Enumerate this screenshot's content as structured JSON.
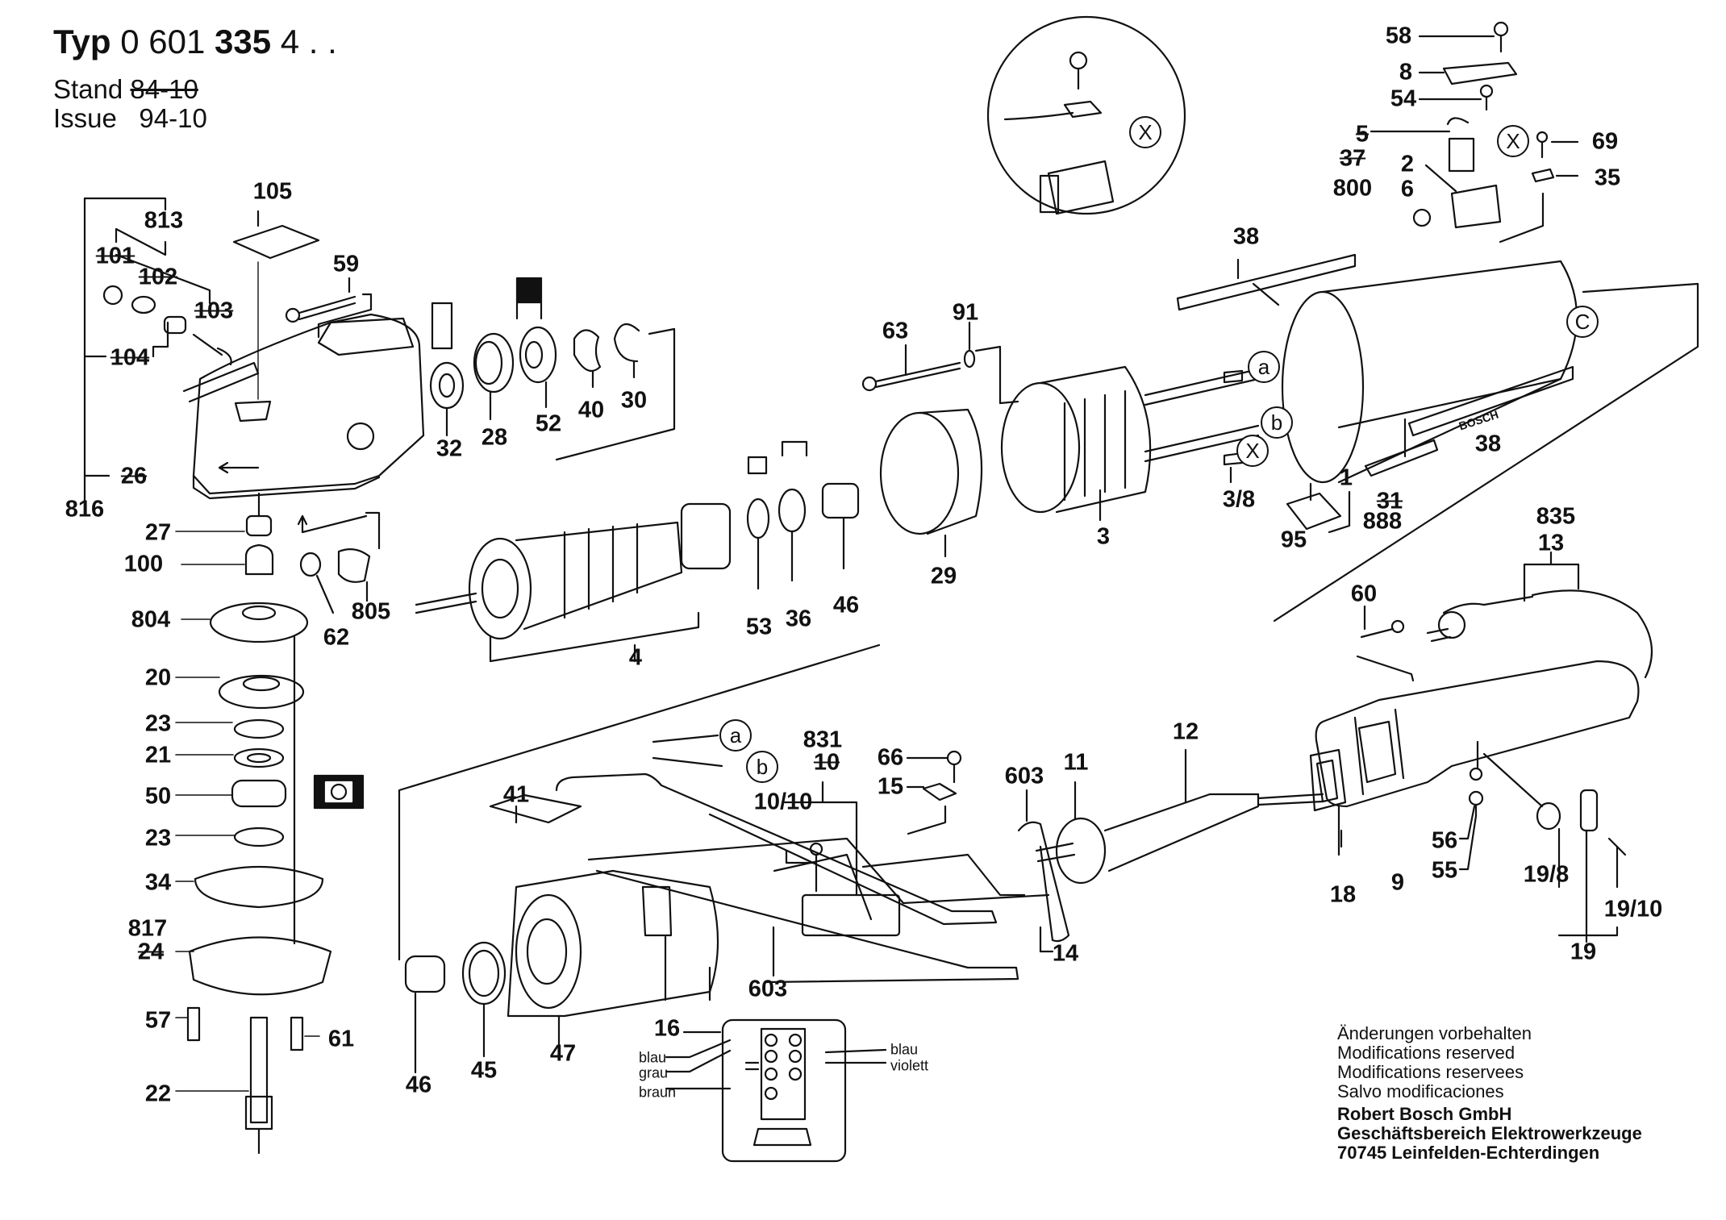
{
  "header": {
    "type_label": "Typ",
    "type_number_prefix": "0 601",
    "type_number_bold": "335",
    "type_number_suffix": "4 . .",
    "stand_label": "Stand",
    "stand_value_crossed": "84-10",
    "issue_label": "Issue",
    "issue_value": "94-10"
  },
  "callouts": [
    {
      "id": "105",
      "text": "105",
      "crossed": false
    },
    {
      "id": "813",
      "text": "813",
      "crossed": false
    },
    {
      "id": "101",
      "text": "101",
      "crossed": true
    },
    {
      "id": "102",
      "text": "102",
      "crossed": true
    },
    {
      "id": "103",
      "text": "103",
      "crossed": true
    },
    {
      "id": "104",
      "text": "104",
      "crossed": true
    },
    {
      "id": "59",
      "text": "59",
      "crossed": false
    },
    {
      "id": "26",
      "text": "26",
      "crossed": true
    },
    {
      "id": "816",
      "text": "816",
      "crossed": false
    },
    {
      "id": "32",
      "text": "32",
      "crossed": false
    },
    {
      "id": "28",
      "text": "28",
      "crossed": false
    },
    {
      "id": "52",
      "text": "52",
      "crossed": false
    },
    {
      "id": "40",
      "text": "40",
      "crossed": false
    },
    {
      "id": "30",
      "text": "30",
      "crossed": false
    },
    {
      "id": "27",
      "text": "27",
      "crossed": false
    },
    {
      "id": "100",
      "text": "100",
      "crossed": false
    },
    {
      "id": "804",
      "text": "804",
      "crossed": false
    },
    {
      "id": "62",
      "text": "62",
      "crossed": false
    },
    {
      "id": "805",
      "text": "805",
      "crossed": false
    },
    {
      "id": "20",
      "text": "20",
      "crossed": false
    },
    {
      "id": "23a",
      "text": "23",
      "crossed": false
    },
    {
      "id": "21",
      "text": "21",
      "crossed": false
    },
    {
      "id": "50",
      "text": "50",
      "crossed": false
    },
    {
      "id": "23b",
      "text": "23",
      "crossed": false
    },
    {
      "id": "34",
      "text": "34",
      "crossed": false
    },
    {
      "id": "817",
      "text": "817",
      "crossed": false
    },
    {
      "id": "24",
      "text": "24",
      "crossed": true
    },
    {
      "id": "57",
      "text": "57",
      "crossed": false
    },
    {
      "id": "61",
      "text": "61",
      "crossed": false
    },
    {
      "id": "22",
      "text": "22",
      "crossed": false
    },
    {
      "id": "4",
      "text": "4",
      "crossed": false
    },
    {
      "id": "53",
      "text": "53",
      "crossed": false
    },
    {
      "id": "36",
      "text": "36",
      "crossed": false
    },
    {
      "id": "46a",
      "text": "46",
      "crossed": false
    },
    {
      "id": "29",
      "text": "29",
      "crossed": false
    },
    {
      "id": "63",
      "text": "63",
      "crossed": false
    },
    {
      "id": "91",
      "text": "91",
      "crossed": false
    },
    {
      "id": "3",
      "text": "3",
      "crossed": false
    },
    {
      "id": "3-8",
      "text": "3/8",
      "crossed": false
    },
    {
      "id": "38a",
      "text": "38",
      "crossed": false
    },
    {
      "id": "38b",
      "text": "38",
      "crossed": false
    },
    {
      "id": "1",
      "text": "1",
      "crossed": false
    },
    {
      "id": "95",
      "text": "95",
      "crossed": false
    },
    {
      "id": "31",
      "text": "31",
      "crossed": true
    },
    {
      "id": "888",
      "text": "888",
      "crossed": false
    },
    {
      "id": "58",
      "text": "58",
      "crossed": false
    },
    {
      "id": "8",
      "text": "8",
      "crossed": false
    },
    {
      "id": "54",
      "text": "54",
      "crossed": false
    },
    {
      "id": "5",
      "text": "5",
      "crossed": true
    },
    {
      "id": "37",
      "text": "37",
      "crossed": true
    },
    {
      "id": "800",
      "text": "800",
      "crossed": false
    },
    {
      "id": "2",
      "text": "2",
      "crossed": false
    },
    {
      "id": "6",
      "text": "6",
      "crossed": false
    },
    {
      "id": "69",
      "text": "69",
      "crossed": false
    },
    {
      "id": "35",
      "text": "35",
      "crossed": false
    },
    {
      "id": "835",
      "text": "835",
      "crossed": false
    },
    {
      "id": "13",
      "text": "13",
      "crossed": false
    },
    {
      "id": "60",
      "text": "60",
      "crossed": false
    },
    {
      "id": "12",
      "text": "12",
      "crossed": false
    },
    {
      "id": "11",
      "text": "11",
      "crossed": false
    },
    {
      "id": "603a",
      "text": "603",
      "crossed": false
    },
    {
      "id": "831",
      "text": "831",
      "crossed": false
    },
    {
      "id": "10",
      "text": "10",
      "crossed": true
    },
    {
      "id": "10-10",
      "text": "10/10",
      "crossed": false
    },
    {
      "id": "66",
      "text": "66",
      "crossed": false
    },
    {
      "id": "15",
      "text": "15",
      "crossed": false
    },
    {
      "id": "41",
      "text": "41",
      "crossed": false
    },
    {
      "id": "14",
      "text": "14",
      "crossed": false
    },
    {
      "id": "603b",
      "text": "603",
      "crossed": false
    },
    {
      "id": "16",
      "text": "16",
      "crossed": false
    },
    {
      "id": "46b",
      "text": "46",
      "crossed": false
    },
    {
      "id": "45",
      "text": "45",
      "crossed": false
    },
    {
      "id": "47",
      "text": "47",
      "crossed": false
    },
    {
      "id": "18",
      "text": "18",
      "crossed": false
    },
    {
      "id": "9",
      "text": "9",
      "crossed": false
    },
    {
      "id": "56",
      "text": "56",
      "crossed": false
    },
    {
      "id": "55",
      "text": "55",
      "crossed": false
    },
    {
      "id": "19-8",
      "text": "19/8",
      "crossed": false
    },
    {
      "id": "19-10",
      "text": "19/10",
      "crossed": false
    },
    {
      "id": "19",
      "text": "19",
      "crossed": false
    }
  ],
  "reference_markers": [
    {
      "id": "inset-x",
      "text": "X"
    },
    {
      "id": "brush-x",
      "text": "X"
    },
    {
      "id": "stator-a",
      "text": "a"
    },
    {
      "id": "stator-b",
      "text": "b"
    },
    {
      "id": "stator-x",
      "text": "X"
    },
    {
      "id": "housing-c",
      "text": "C"
    },
    {
      "id": "wire-a",
      "text": "a"
    },
    {
      "id": "wire-b",
      "text": "b"
    }
  ],
  "housing_brand": "BOSCH",
  "wiring_diagram": {
    "left_labels": [
      "blau",
      "grau",
      "braun"
    ],
    "right_labels": [
      "blau",
      "violett"
    ]
  },
  "footer": {
    "lines": [
      "Änderungen vorbehalten",
      "Modifications reserved",
      "Modifications reservees",
      "Salvo modificaciones"
    ],
    "company_lines": [
      "Robert Bosch GmbH",
      "Geschäftsbereich Elektrowerkzeuge",
      "70745 Leinfelden-Echterdingen"
    ]
  }
}
